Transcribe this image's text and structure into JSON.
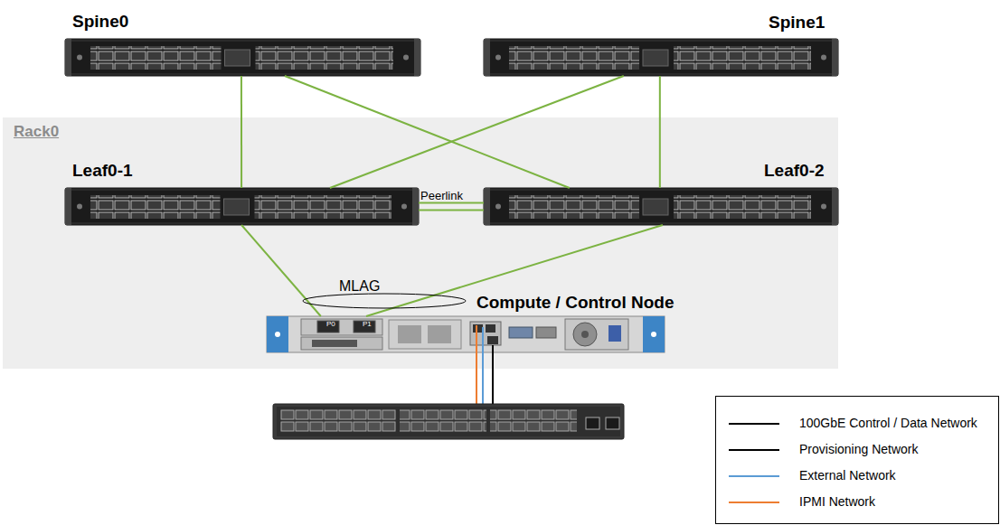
{
  "diagram": {
    "nodes": [
      {
        "text": [
          "Spine0"
        ]
      },
      {
        "text": [
          "Spine1"
        ]
      },
      {
        "text": [
          "Rack0"
        ]
      },
      {
        "text": [
          "Leaf0-1"
        ],
        "in": 2
      },
      {
        "text": [
          "Leaf0-2"
        ],
        "in": 2
      },
      {
        "text": [
          "Compute / Control Node"
        ],
        "in": 2
      }
    ],
    "edges": [
      {
        "from": 0,
        "to": 3,
        "arrow": "none"
      },
      {
        "from": 0,
        "to": 4,
        "arrow": "none"
      },
      {
        "from": 1,
        "to": 3,
        "arrow": "none"
      },
      {
        "from": 1,
        "to": 4,
        "arrow": "none"
      },
      {
        "from": 3,
        "to": 4,
        "label": "Peerlink",
        "arrow": "none"
      },
      {
        "from": 3,
        "to": 5,
        "arrow": "none"
      },
      {
        "from": 4,
        "to": 5,
        "arrow": "none"
      }
    ],
    "labels": [
      "MLAG",
      "P0",
      "P1"
    ],
    "legend": [
      {
        "text": "100GbE Control / Data Network"
      },
      {
        "text": "Provisioning Network"
      },
      {
        "text": "External Network"
      },
      {
        "text": "IPMI Network"
      }
    ]
  }
}
